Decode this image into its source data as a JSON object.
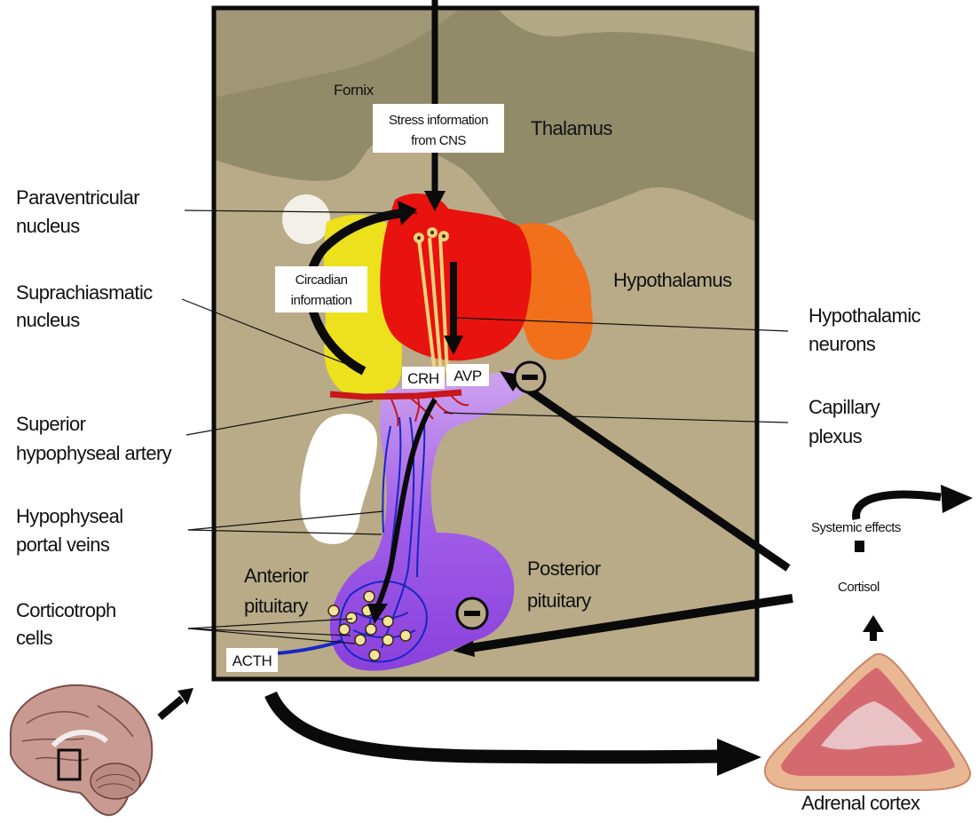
{
  "labels": {
    "fornix": "Fornix",
    "thalamus": "Thalamus",
    "stress_line1": "Stress information",
    "stress_line2": "from CNS",
    "paraventricular_line1": "Paraventricular",
    "paraventricular_line2": "nucleus",
    "suprachiasmatic_line1": "Suprachiasmatic",
    "suprachiasmatic_line2": "nucleus",
    "circadian_line1": "Circadian",
    "circadian_line2": "information",
    "hypothalamus": "Hypothalamus",
    "hypothalamic_neurons_line1": "Hypothalamic",
    "hypothalamic_neurons_line2": "neurons",
    "crh": "CRH",
    "avp": "AVP",
    "capillary_line1": "Capillary",
    "capillary_line2": "plexus",
    "superior_line1": "Superior",
    "superior_line2": "hypophyseal artery",
    "portal_line1": "Hypophyseal",
    "portal_line2": "portal veins",
    "anterior_line1": "Anterior",
    "anterior_line2": "pituitary",
    "posterior_line1": "Posterior",
    "posterior_line2": "pituitary",
    "corticotroph_line1": "Corticotroph",
    "corticotroph_line2": "cells",
    "acth": "ACTH",
    "systemic_effects": "Systemic effects",
    "cortisol": "Cortisol",
    "adrenal_cortex": "Adrenal cortex"
  },
  "colors": {
    "brain_bg": "#b9ab88",
    "thalamus": "#868060",
    "pvn": "#e8120e",
    "scn": "#ece11c",
    "lateral_hypothalamus": "#f2701a",
    "pituitary": "#9a4fe6",
    "portal_veins": "#1826c4",
    "artery": "#c8161a",
    "cell": "#f4e49a",
    "adrenal": "#e4a07c"
  }
}
